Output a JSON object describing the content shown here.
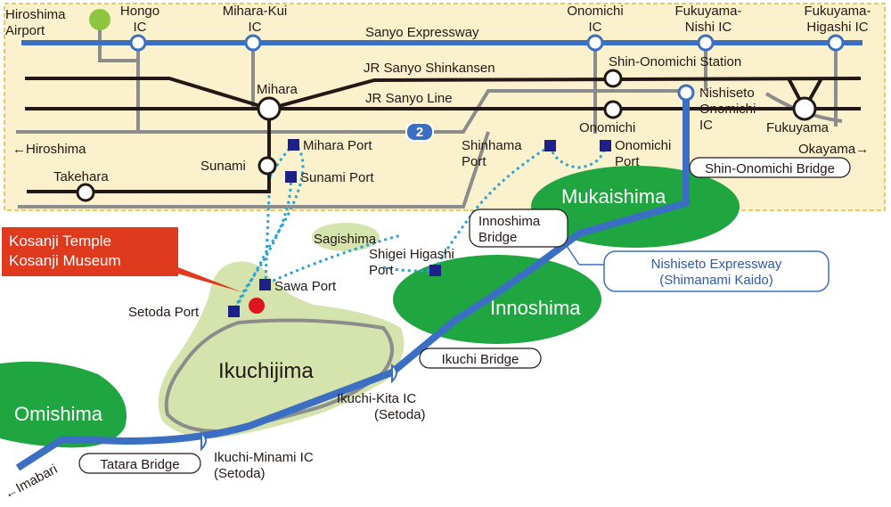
{
  "colors": {
    "panel_bg": "#fbf1cc",
    "panel_border": "#e8c860",
    "expressway": "#3a6fc4",
    "rail": "#231815",
    "road": "#8c8c8c",
    "ferry": "#2aa3d8",
    "island_green": "#1fa640",
    "island_light": "#d5e3ad",
    "callout_red": "#e03a1e",
    "museum_dot": "#e0141e",
    "port_square": "#1d2088",
    "airport_dot": "#8cc63f"
  },
  "routes": {
    "sanyo_expressway": "Sanyo Expressway",
    "jr_shinkansen": "JR Sanyo Shinkansen",
    "jr_line": "JR Sanyo Line",
    "route_number": "2",
    "to_hiroshima": "←Hiroshima",
    "to_okayama": "Okayama→",
    "to_imabari": "←Imabari"
  },
  "interchanges": {
    "hongo": [
      "Hongo",
      "IC"
    ],
    "mihara_kui": [
      "Mihara-Kui",
      "IC"
    ],
    "onomichi": [
      "Onomichi",
      "IC"
    ],
    "fukuyama_nishi": [
      "Fukuyama-",
      "Nishi IC"
    ],
    "fukuyama_higashi": [
      "Fukuyama-",
      "Higashi IC"
    ],
    "nishiseto_onomichi": [
      "Nishiseto",
      "Onomichi",
      "IC"
    ],
    "ikuchi_kita": [
      "Ikuchi-Kita IC",
      "(Setoda)"
    ],
    "ikuchi_minami": [
      "Ikuchi-Minami IC",
      "(Setoda)"
    ]
  },
  "airport": [
    "Hiroshima",
    "Airport"
  ],
  "stations": {
    "mihara": "Mihara",
    "sunami": "Sunami",
    "takehara": "Takehara",
    "shin_onomichi": "Shin-Onomichi Station",
    "onomichi": "Onomichi",
    "fukuyama": "Fukuyama"
  },
  "ports": {
    "mihara": "Mihara Port",
    "sunami": "Sunami Port",
    "shinhama": [
      "Shinhama",
      "Port"
    ],
    "onomichi": [
      "Onomichi",
      "Port"
    ],
    "sawa": "Sawa Port",
    "setoda": "Setoda Port",
    "shigei_higashi": [
      "Shigei Higashi",
      "Port"
    ]
  },
  "islands": {
    "mukaishima": "Mukaishima",
    "innoshima": "Innoshima",
    "ikuchijima": "Ikuchijima",
    "omishima": "Omishima",
    "sagishima": "Sagishima"
  },
  "bridges": {
    "shin_onomichi": "Shin-Onomichi Bridge",
    "innoshima": [
      "Innoshima",
      "Bridge"
    ],
    "ikuchi": "Ikuchi Bridge",
    "tatara": "Tatara Bridge"
  },
  "expressway_label": [
    "Nishiseto Expressway",
    "(Shimanami Kaido)"
  ],
  "callout": [
    "Kosanji Temple",
    "Kosanji Museum"
  ]
}
